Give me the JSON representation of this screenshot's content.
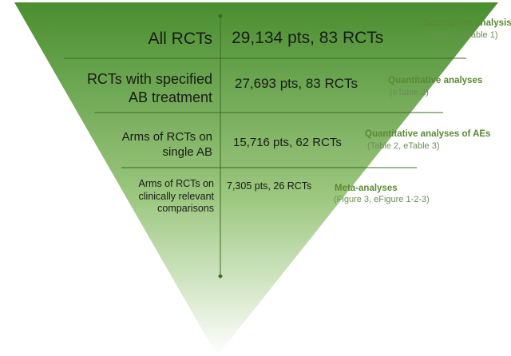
{
  "colors": {
    "funnel_top": "#4a8e30",
    "funnel_bottom": "#ffffff",
    "note_title": "#5a8a32",
    "note_ref": "#6e8e56",
    "divider": "#3d6b22"
  },
  "levels": [
    {
      "left_label": "All RCTs",
      "right_label": "29,134 pts, 83 RCTs",
      "note_title": "Descriptive analysis",
      "note_ref": "(Table 1, eTable 1)"
    },
    {
      "left_label": "RCTs with specified AB treatment",
      "right_label": "27,693 pts, 83 RCTs",
      "note_title": "Quantitative analyses",
      "note_ref": "(eTable 2)"
    },
    {
      "left_label": "Arms of RCTs on single AB",
      "right_label": "15,716 pts, 62 RCTs",
      "note_title": "Quantitative analyses of AEs",
      "note_ref": "(Table 2, eTable 3)"
    },
    {
      "left_label": "Arms of RCTs on clinically relevant comparisons",
      "right_label": "7,305 pts, 26 RCTs",
      "note_title": "Meta-analyses",
      "note_ref": "(Figure 3, eFigure 1-2-3)"
    }
  ]
}
